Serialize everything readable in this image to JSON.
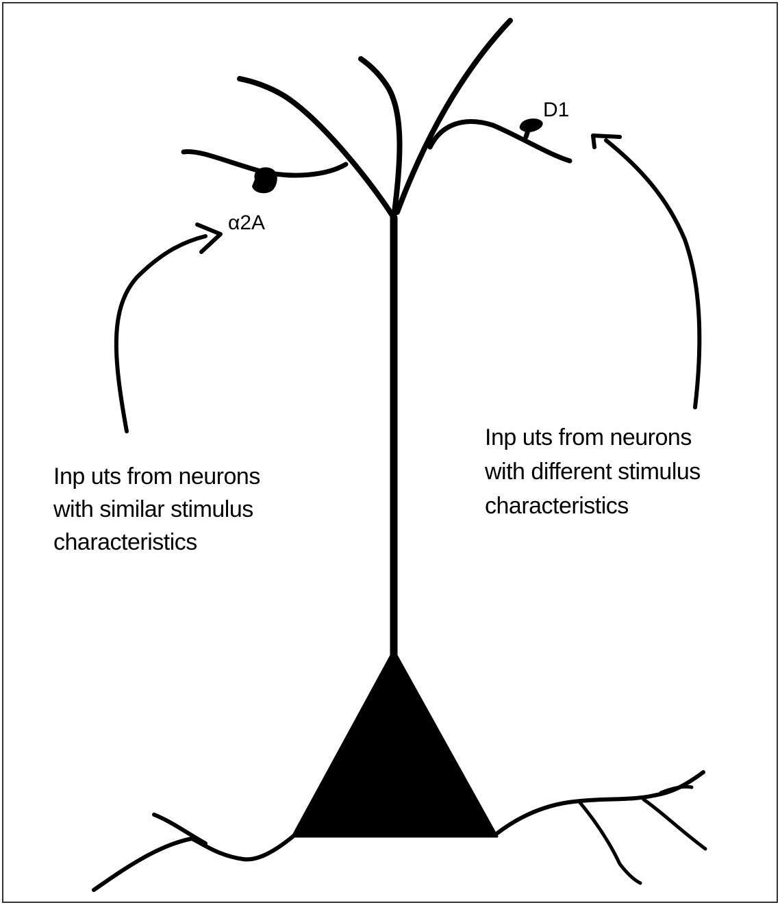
{
  "labels": {
    "alpha2a": "α2A",
    "d1": "D1"
  },
  "captions": {
    "left": [
      "Inp uts from neurons",
      "with similar stimulus",
      "characteristics"
    ],
    "right": [
      "Inp uts from neurons",
      "with different stimulus",
      "characteristics"
    ]
  },
  "colors": {
    "ink": "#000000",
    "background": "#ffffff",
    "frame": "#333333"
  }
}
